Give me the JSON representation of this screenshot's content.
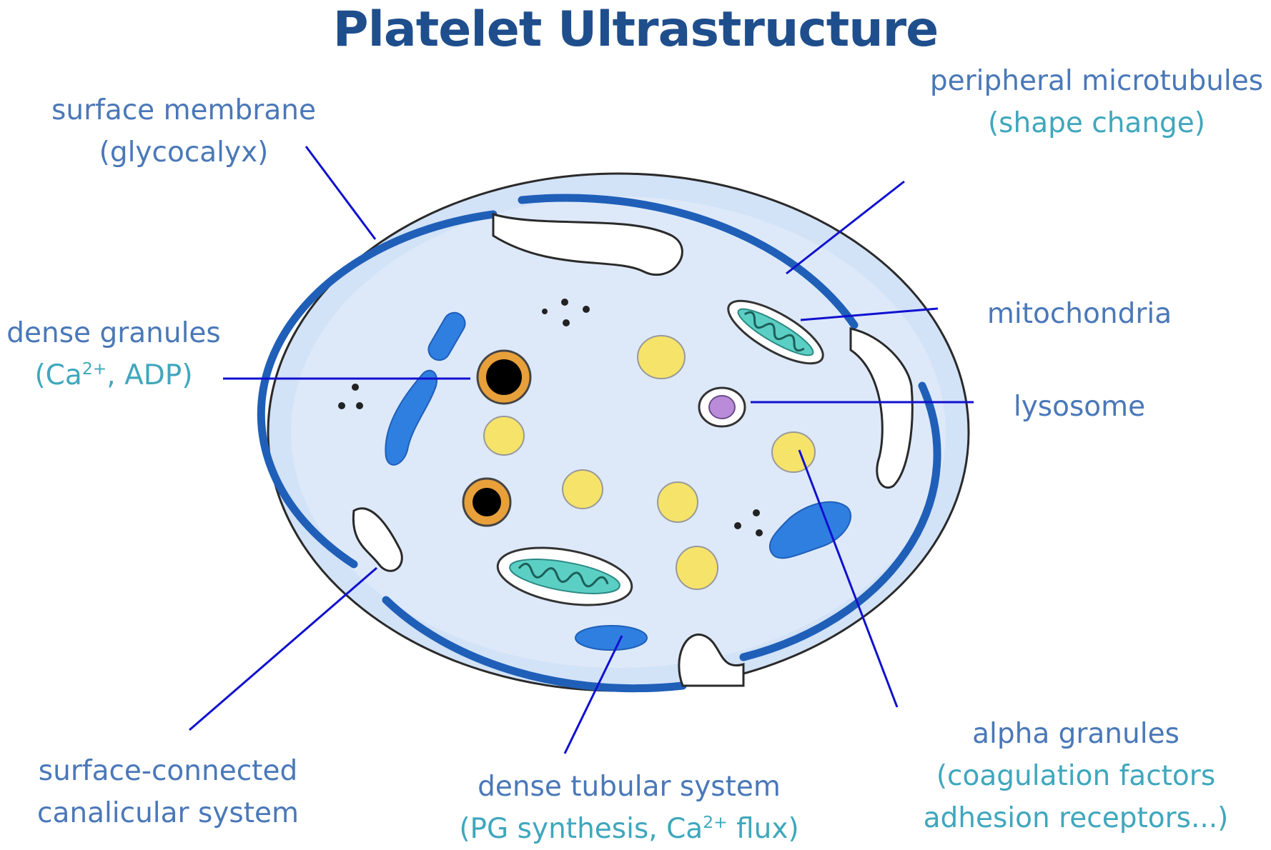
{
  "title": "Platelet Ultrastructure",
  "labels": {
    "surface_membrane": {
      "line1": "surface membrane",
      "line2": "(glycocalyx)"
    },
    "peripheral_microtubules": {
      "line1": "peripheral microtubules",
      "line2": "(shape change)"
    },
    "dense_granules": {
      "line1": "dense granules",
      "line2_pre": "(Ca",
      "line2_sup": "2+",
      "line2_post": ", ADP)"
    },
    "mitochondria": {
      "line1": "mitochondria"
    },
    "lysosome": {
      "line1": "lysosome"
    },
    "scc": {
      "line1": "surface-connected",
      "line2": "canalicular system"
    },
    "dts": {
      "line1": "dense tubular system",
      "line2_pre": "(PG synthesis, Ca",
      "line2_sup": "2+",
      "line2_post": " flux)"
    },
    "alpha_granules": {
      "line1": "alpha granules",
      "line2": "(coagulation factors",
      "line3": "adhesion receptors...)"
    }
  },
  "colors": {
    "title": "#1F4E8C",
    "label": "#4A78B8",
    "label_secondary": "#3FA7BD",
    "leader_line": "#1010D0",
    "cytoplasm": "#DDE9F9",
    "membrane_band": "#C4D9F3",
    "microtubule": "#1F5FB8",
    "dense_tubular": "#2F7FE0",
    "alpha_granule": "#F6E36A",
    "dense_granule_ring": "#E8A03A",
    "mitochondria": "#5CCFC4",
    "lysosome": "#B98BD8"
  }
}
